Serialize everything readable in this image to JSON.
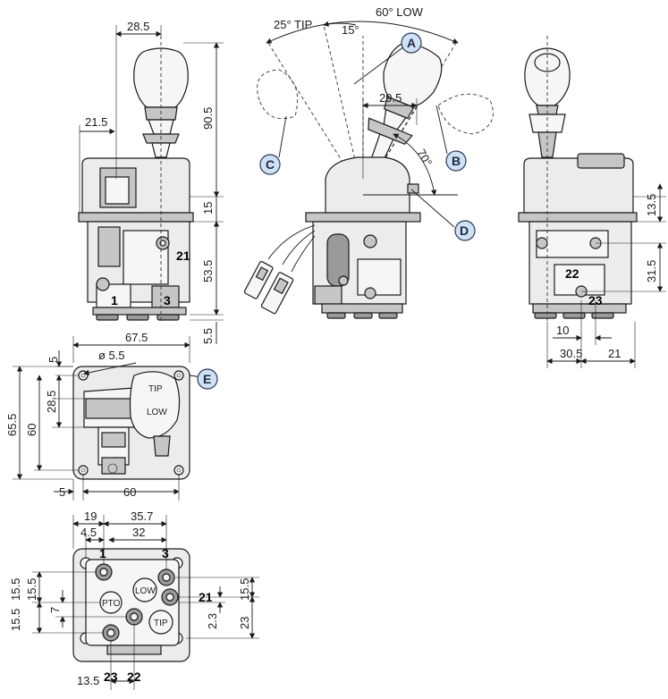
{
  "callouts": {
    "a": "A",
    "b": "B",
    "c": "C",
    "d": "D",
    "e": "E"
  },
  "angles": {
    "tip": "25° TIP",
    "low": "60° LOW",
    "neutral": "15°",
    "side": "70°"
  },
  "front_view": {
    "dims": {
      "top": "28.5",
      "offset": "21.5",
      "height": "90.5",
      "flange": "15",
      "body": "53.5",
      "base": "5.5"
    },
    "ports": {
      "p1": "1",
      "p3": "3",
      "p21": "21"
    }
  },
  "side_view": {
    "dims": {
      "lever": "29.5"
    }
  },
  "right_view": {
    "dims": {
      "flange": "13.5",
      "ports": "31.5",
      "spacing": "10",
      "left": "30.5",
      "right": "21"
    },
    "ports": {
      "p22": "22",
      "p23": "23"
    }
  },
  "top_view": {
    "dims": {
      "width": "67.5",
      "hole": "ø 5.5",
      "inset": "5",
      "label_h": "28.5",
      "inner": "60",
      "outer": "65.5",
      "bottom_inset": "5",
      "bottom_width": "60"
    },
    "plate": {
      "tip": "TIP",
      "low": "LOW"
    }
  },
  "bottom_view": {
    "dims": {
      "d19": "19",
      "d357": "35.7",
      "d45": "4.5",
      "d32": "32",
      "l155a": "15.5",
      "l155b": "15.5",
      "l155c": "15.5",
      "l7": "7",
      "r155": "15.5",
      "r23v": "2.3",
      "r23": "23",
      "b135": "13.5"
    },
    "ports": {
      "p1": "1",
      "p3": "3",
      "p21": "21",
      "p22": "22",
      "p23": "23"
    },
    "labels": {
      "pto": "PTO",
      "low": "LOW",
      "tip": "TIP"
    }
  }
}
